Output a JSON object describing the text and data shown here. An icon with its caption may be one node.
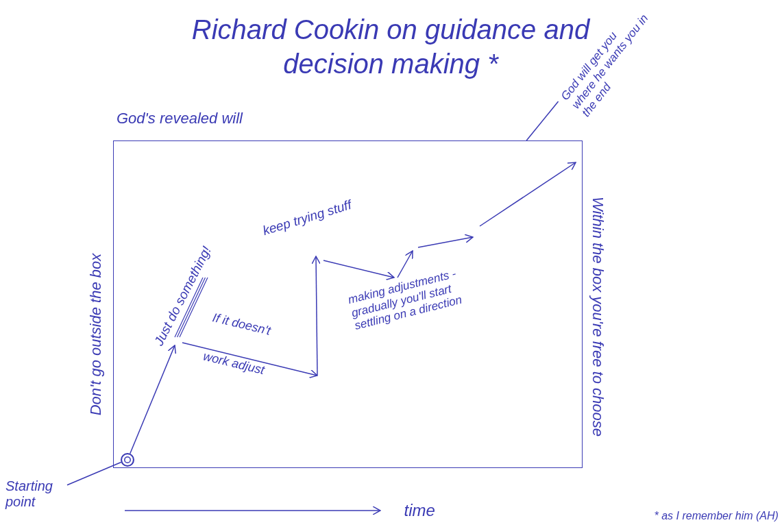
{
  "diagram": {
    "title": "Richard Cookin on guidance and decision making *",
    "nodes": [
      {
        "text": [
          "God's revealed will"
        ],
        "beside": [
          "Don't go outside the box",
          "Within the box you're free to choose"
        ]
      },
      {
        "text": [],
        "shape": "circle",
        "in": 0
      },
      {
        "text": [
          "Starting point"
        ]
      },
      {
        "text": [
          "God will get you where he wants you in the end"
        ]
      }
    ],
    "edges": [
      {
        "from": 2,
        "to": 1,
        "arrow": "none"
      },
      {
        "from": 3,
        "to": 0,
        "arrow": "none"
      },
      {
        "from": 1,
        "to": null,
        "arrow": "to",
        "label": "Just do something!"
      }
    ],
    "labels": [
      "If it doesn't work adjust",
      "keep trying stuff",
      "making adjustments - gradually you'll start settling on a direction",
      "time",
      "* as I remember him (AH)"
    ]
  }
}
